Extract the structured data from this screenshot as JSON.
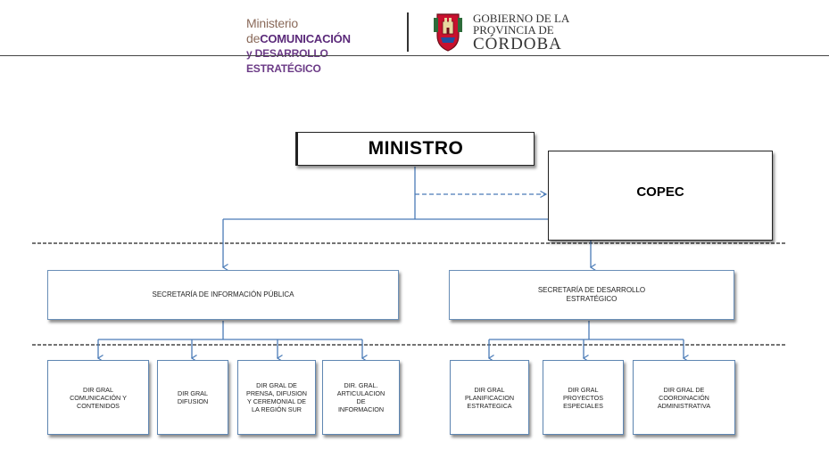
{
  "header": {
    "ministerio_line1_a": "Ministerio de",
    "ministerio_line1_b": "COMUNICACIÓN",
    "ministerio_line2": "y DESARROLLO ESTRATÉGICO",
    "gobierno_line1": "GOBIERNO DE LA",
    "gobierno_line2": "PROVINCIA DE",
    "gobierno_line3": "CÓRDOBA"
  },
  "org": {
    "ministro": "MINISTRO",
    "copec": "COPEC",
    "secretarias": [
      "SECRETARÍA DE INFORMACIÓN PÚBLICA",
      "SECRETARÍA DE DESARROLLO ESTRATÉGICO"
    ],
    "direcciones_sip": [
      "DIR GRAL COMUNICACIÓN Y CONTENIDOS",
      "DIR GRAL DIFUSION",
      "DIR GRAL DE PRENSA, DIFUSION Y CEREMONIAL DE LA REGIÓN SUR",
      "DIR. GRAL. ARTICULACION DE INFORMACION"
    ],
    "direcciones_sde": [
      "DIR GRAL PLANIFICACION ESTRATEGICA",
      "DIR GRAL PROYECTOS ESPECIALES",
      "DIR GRAL DE COORDINACIÓN ADMINISTRATIVA"
    ]
  },
  "colors": {
    "connector": "#4a7bb7",
    "box_border": "#5f86b2",
    "dashed_line": "#222222"
  }
}
